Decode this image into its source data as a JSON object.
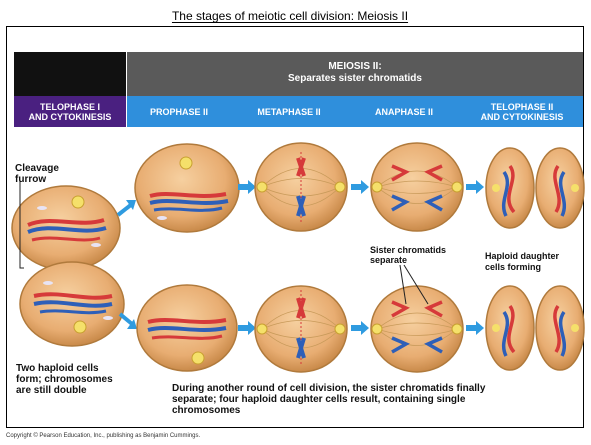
{
  "title": "The stages of meiotic cell division: Meiosis II",
  "header": {
    "line1": "MEIOSIS II:",
    "line2": "Separates sister chromatids"
  },
  "phases": [
    {
      "line1": "TELOPHASE I",
      "line2": "AND CYTOKINESIS"
    },
    {
      "line1": "PROPHASE II",
      "line2": ""
    },
    {
      "line1": "METAPHASE II",
      "line2": ""
    },
    {
      "line1": "ANAPHASE II",
      "line2": ""
    },
    {
      "line1": "TELOPHASE II",
      "line2": "AND CYTOKINESIS"
    }
  ],
  "labels": {
    "cleavage_1": "Cleavage",
    "cleavage_2": "furrow",
    "sister_1": "Sister chromatids",
    "sister_2": "separate",
    "haploid_1": "Haploid daughter",
    "haploid_2": "cells forming",
    "two_haploid_1": "Two haploid cells",
    "two_haploid_2": "form; chromosomes",
    "two_haploid_3": "are still double",
    "another_1": "During another round of cell division, the sister chromatids finally",
    "another_2": "separate; four haploid daughter cells result, containing single",
    "another_3": "chromosomes"
  },
  "copyright": "Copyright © Pearson Education, Inc., publishing as Benjamin Cummings.",
  "colors": {
    "cell": "#e8b07a",
    "cell_edge": "#b07a3c",
    "red_chromosome": "#d63a3a",
    "blue_chromosome": "#2e5fb8",
    "arrow": "#2f9be0",
    "phase_bar": "#2f8fdc",
    "phase_bar_first": "#4a2080",
    "header": "#5a5a5a"
  }
}
